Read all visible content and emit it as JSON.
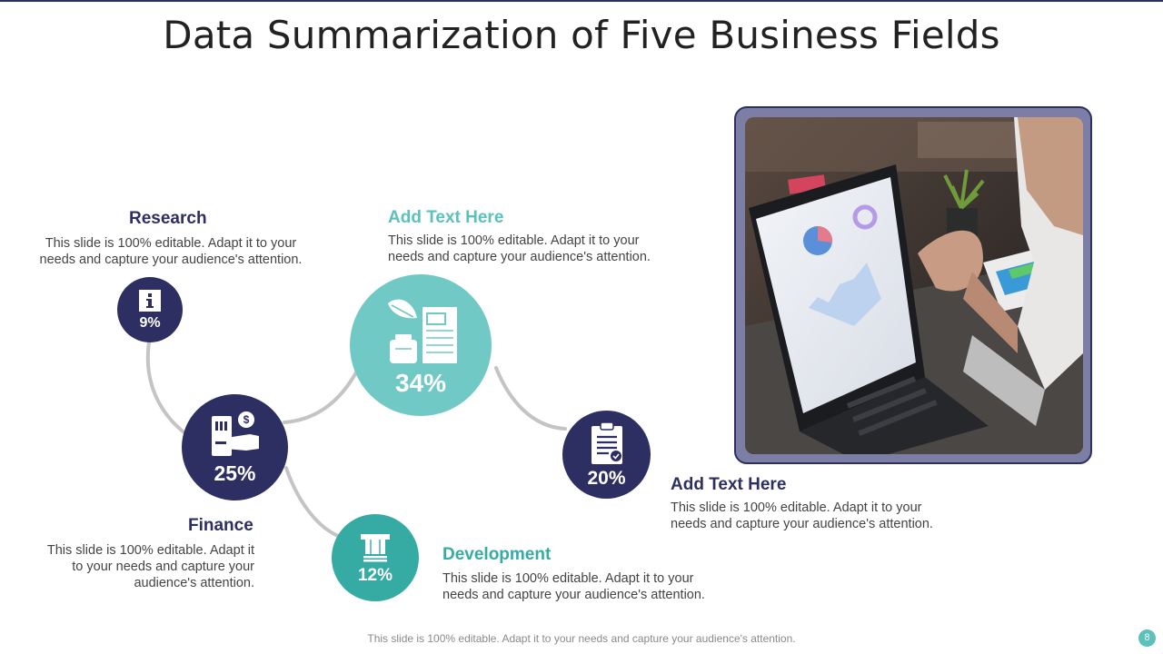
{
  "title": "Data Summarization of Five Business Fields",
  "items": {
    "research": {
      "heading": "Research",
      "text": "This slide is 100% editable.  Adapt it to your needs and capture your audience's attention.",
      "percent": "9%",
      "icon": "info-icon"
    },
    "main": {
      "heading": "Add Text Here",
      "text": "This slide is 100% editable.  Adapt it to your needs and capture your audience's attention.",
      "percent": "34%",
      "icon": "documents-icon"
    },
    "finance": {
      "heading": "Finance",
      "text": "This slide is 100% editable.  Adapt it to your needs and capture your audience's attention.",
      "percent": "25%",
      "icon": "payment-icon"
    },
    "development": {
      "heading": "Development",
      "text": "This slide is 100% editable.  Adapt it to your needs and capture your audience's attention.",
      "percent": "12%",
      "icon": "atm-icon"
    },
    "right": {
      "heading": "Add Text Here",
      "text": "This slide is 100% editable.  Adapt it to your needs and capture your audience's attention.",
      "percent": "20%",
      "icon": "clipboard-icon"
    }
  },
  "footer": "This slide is 100% editable. Adapt it to your needs and capture your audience's attention.",
  "page_number": "8",
  "colors": {
    "navy": "#2d2f63",
    "teal_light": "#70c9c4",
    "teal_dark": "#35aba4",
    "connector": "#c4c4c4"
  }
}
